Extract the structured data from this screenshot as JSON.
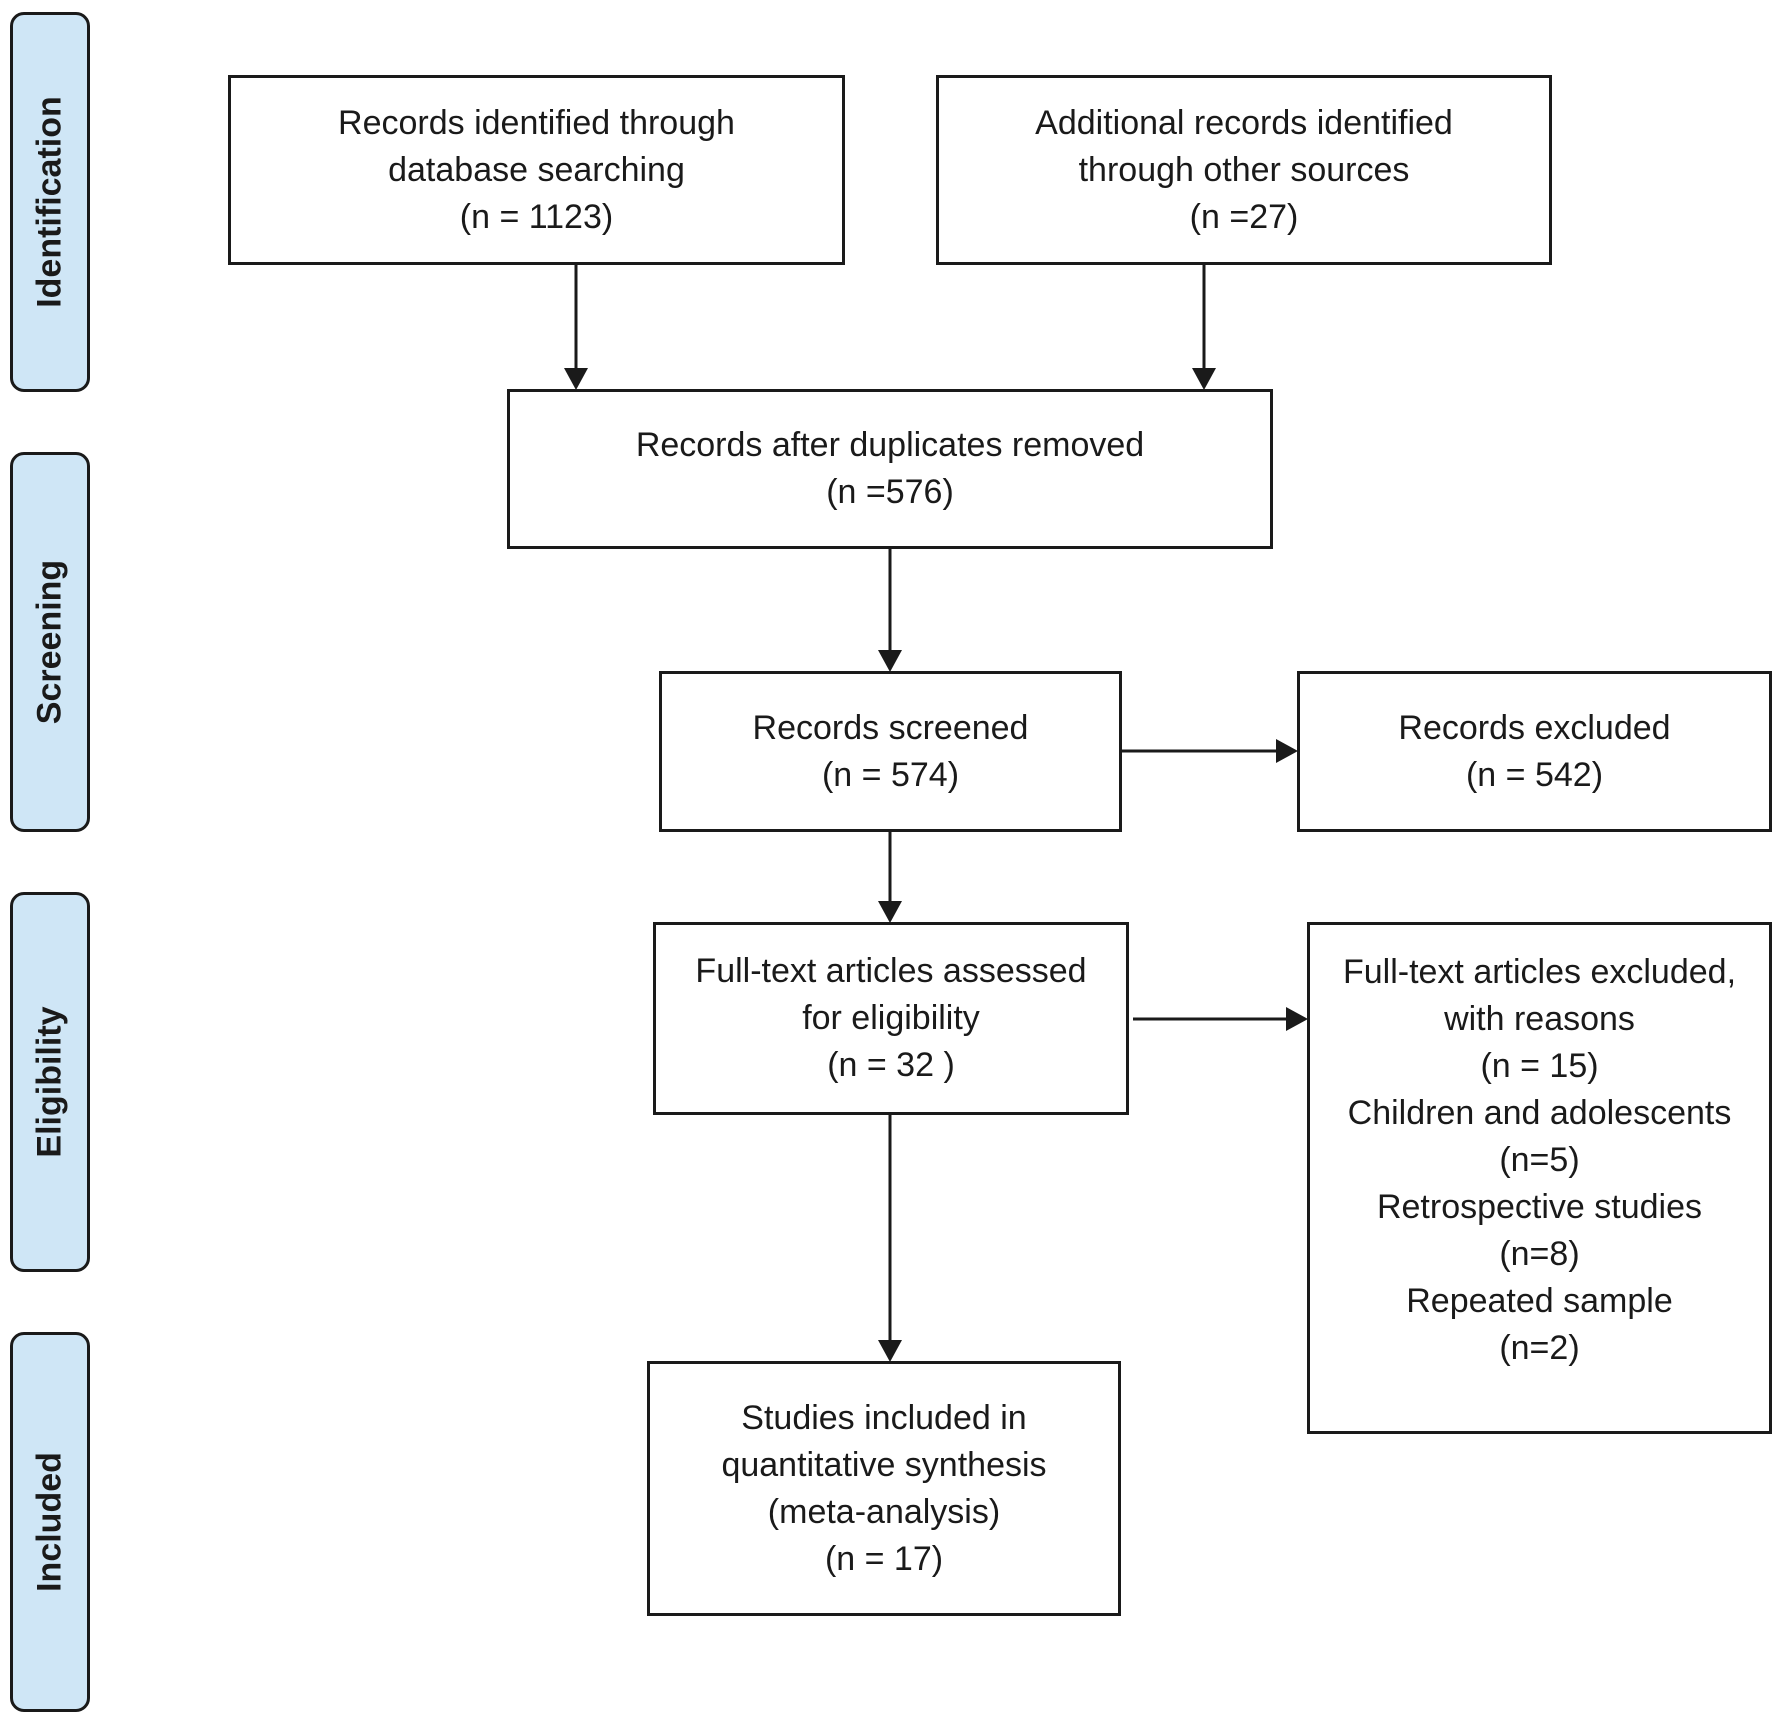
{
  "phases": {
    "identification": "Identification",
    "screening": "Screening",
    "eligibility": "Eligibility",
    "included": "Included"
  },
  "boxes": {
    "database_search": [
      "Records identified through",
      "database searching",
      "(n = 1123)"
    ],
    "other_sources": [
      "Additional records identified",
      "through other sources",
      "(n =27)"
    ],
    "duplicates_removed": [
      "Records after duplicates removed",
      "(n =576)"
    ],
    "screened": [
      "Records screened",
      "(n = 574)"
    ],
    "excluded": [
      "Records excluded",
      "(n = 542)"
    ],
    "fulltext_assessed": [
      "Full-text articles assessed",
      "for eligibility",
      "(n = 32 )"
    ],
    "fulltext_excluded": [
      "Full-text articles excluded,",
      "with reasons",
      "(n = 15)",
      "Children and adolescents",
      "(n=5)",
      "Retrospective studies",
      "(n=8)",
      "Repeated sample",
      "(n=2)"
    ],
    "included_studies": [
      "Studies included in",
      "quantitative synthesis",
      "(meta-analysis)",
      "(n = 17)"
    ]
  },
  "colors": {
    "phase_fill": "#cfe6f6",
    "stroke": "#1a1a1a"
  }
}
